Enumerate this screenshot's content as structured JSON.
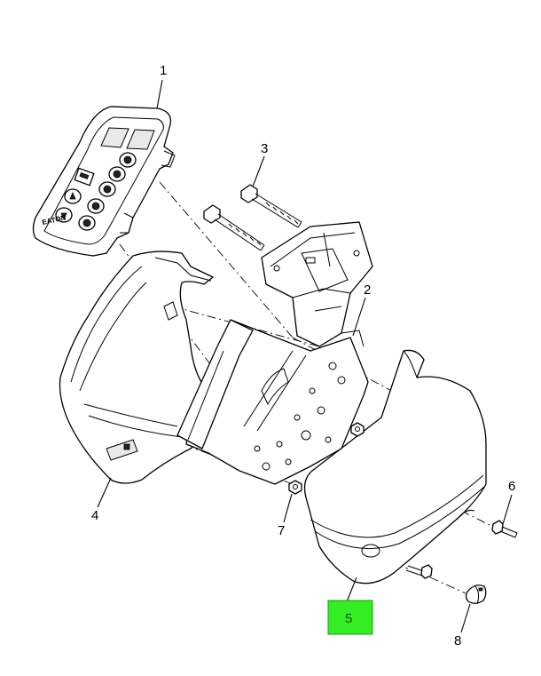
{
  "callouts": {
    "c1": "1",
    "c2": "2",
    "c3": "3",
    "c4": "4",
    "c5": "5",
    "c6": "6",
    "c7": "7",
    "c8": "8"
  },
  "highlight": {
    "label": "5",
    "color": "#33ee22"
  },
  "keypad": {
    "brand": "EATON"
  }
}
